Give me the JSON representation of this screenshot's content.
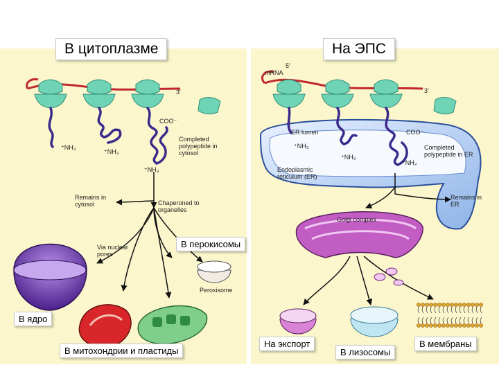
{
  "titles": {
    "cytoplasm": "В цитоплазме",
    "er": "На ЭПС"
  },
  "labels": {
    "peroxisome": "В перокисомы",
    "nucleus": "В ядро",
    "mito": "В митохондрии и пластиды",
    "export": "На экспорт",
    "lysosome": "В лизосомы",
    "membrane": "В мембраны"
  },
  "figure_text": {
    "mrna_3prime_left": "3'",
    "mrna_3prime_right": "3'",
    "mrna_5prime_right": "5'",
    "mrna": "mRNA",
    "cooh_left": "COO⁻",
    "cooh_right": "COO⁻",
    "nh2_a": "⁺NH₃",
    "nh2_b": "⁺NH₃",
    "nh2_c": "⁺NH₃",
    "nh2_d": "⁺NH₃",
    "nh2_e": "⁺NH₃",
    "nh2_f": "⁺NH₃",
    "completed_cytosol": "Completed polypeptide in cytosol",
    "completed_er": "Completed polypeptide in ER",
    "er_lumen": "ER lumen",
    "er_name": "Endoplasmic reticulum (ER)",
    "remains_cytosol": "Remains in cytosol",
    "targeted": "Chaperoned to organelles",
    "remains_er": "Remains in ER",
    "golgi": "Golgi complex",
    "nuclear_pores": "Via nuclear pores",
    "peroxisome_name": "Peroxisome"
  },
  "colors": {
    "background_panel": "#fbf6cc",
    "ribosome": "#6fd3b5",
    "mrna": "#c0282c",
    "polypeptide": "#3b2a8c",
    "er": "#7ea6e0",
    "golgi": "#c25dc4",
    "nucleus": "#7a42b8",
    "mitochondrion": "#d8262a",
    "chloroplast": "#58b06a"
  }
}
